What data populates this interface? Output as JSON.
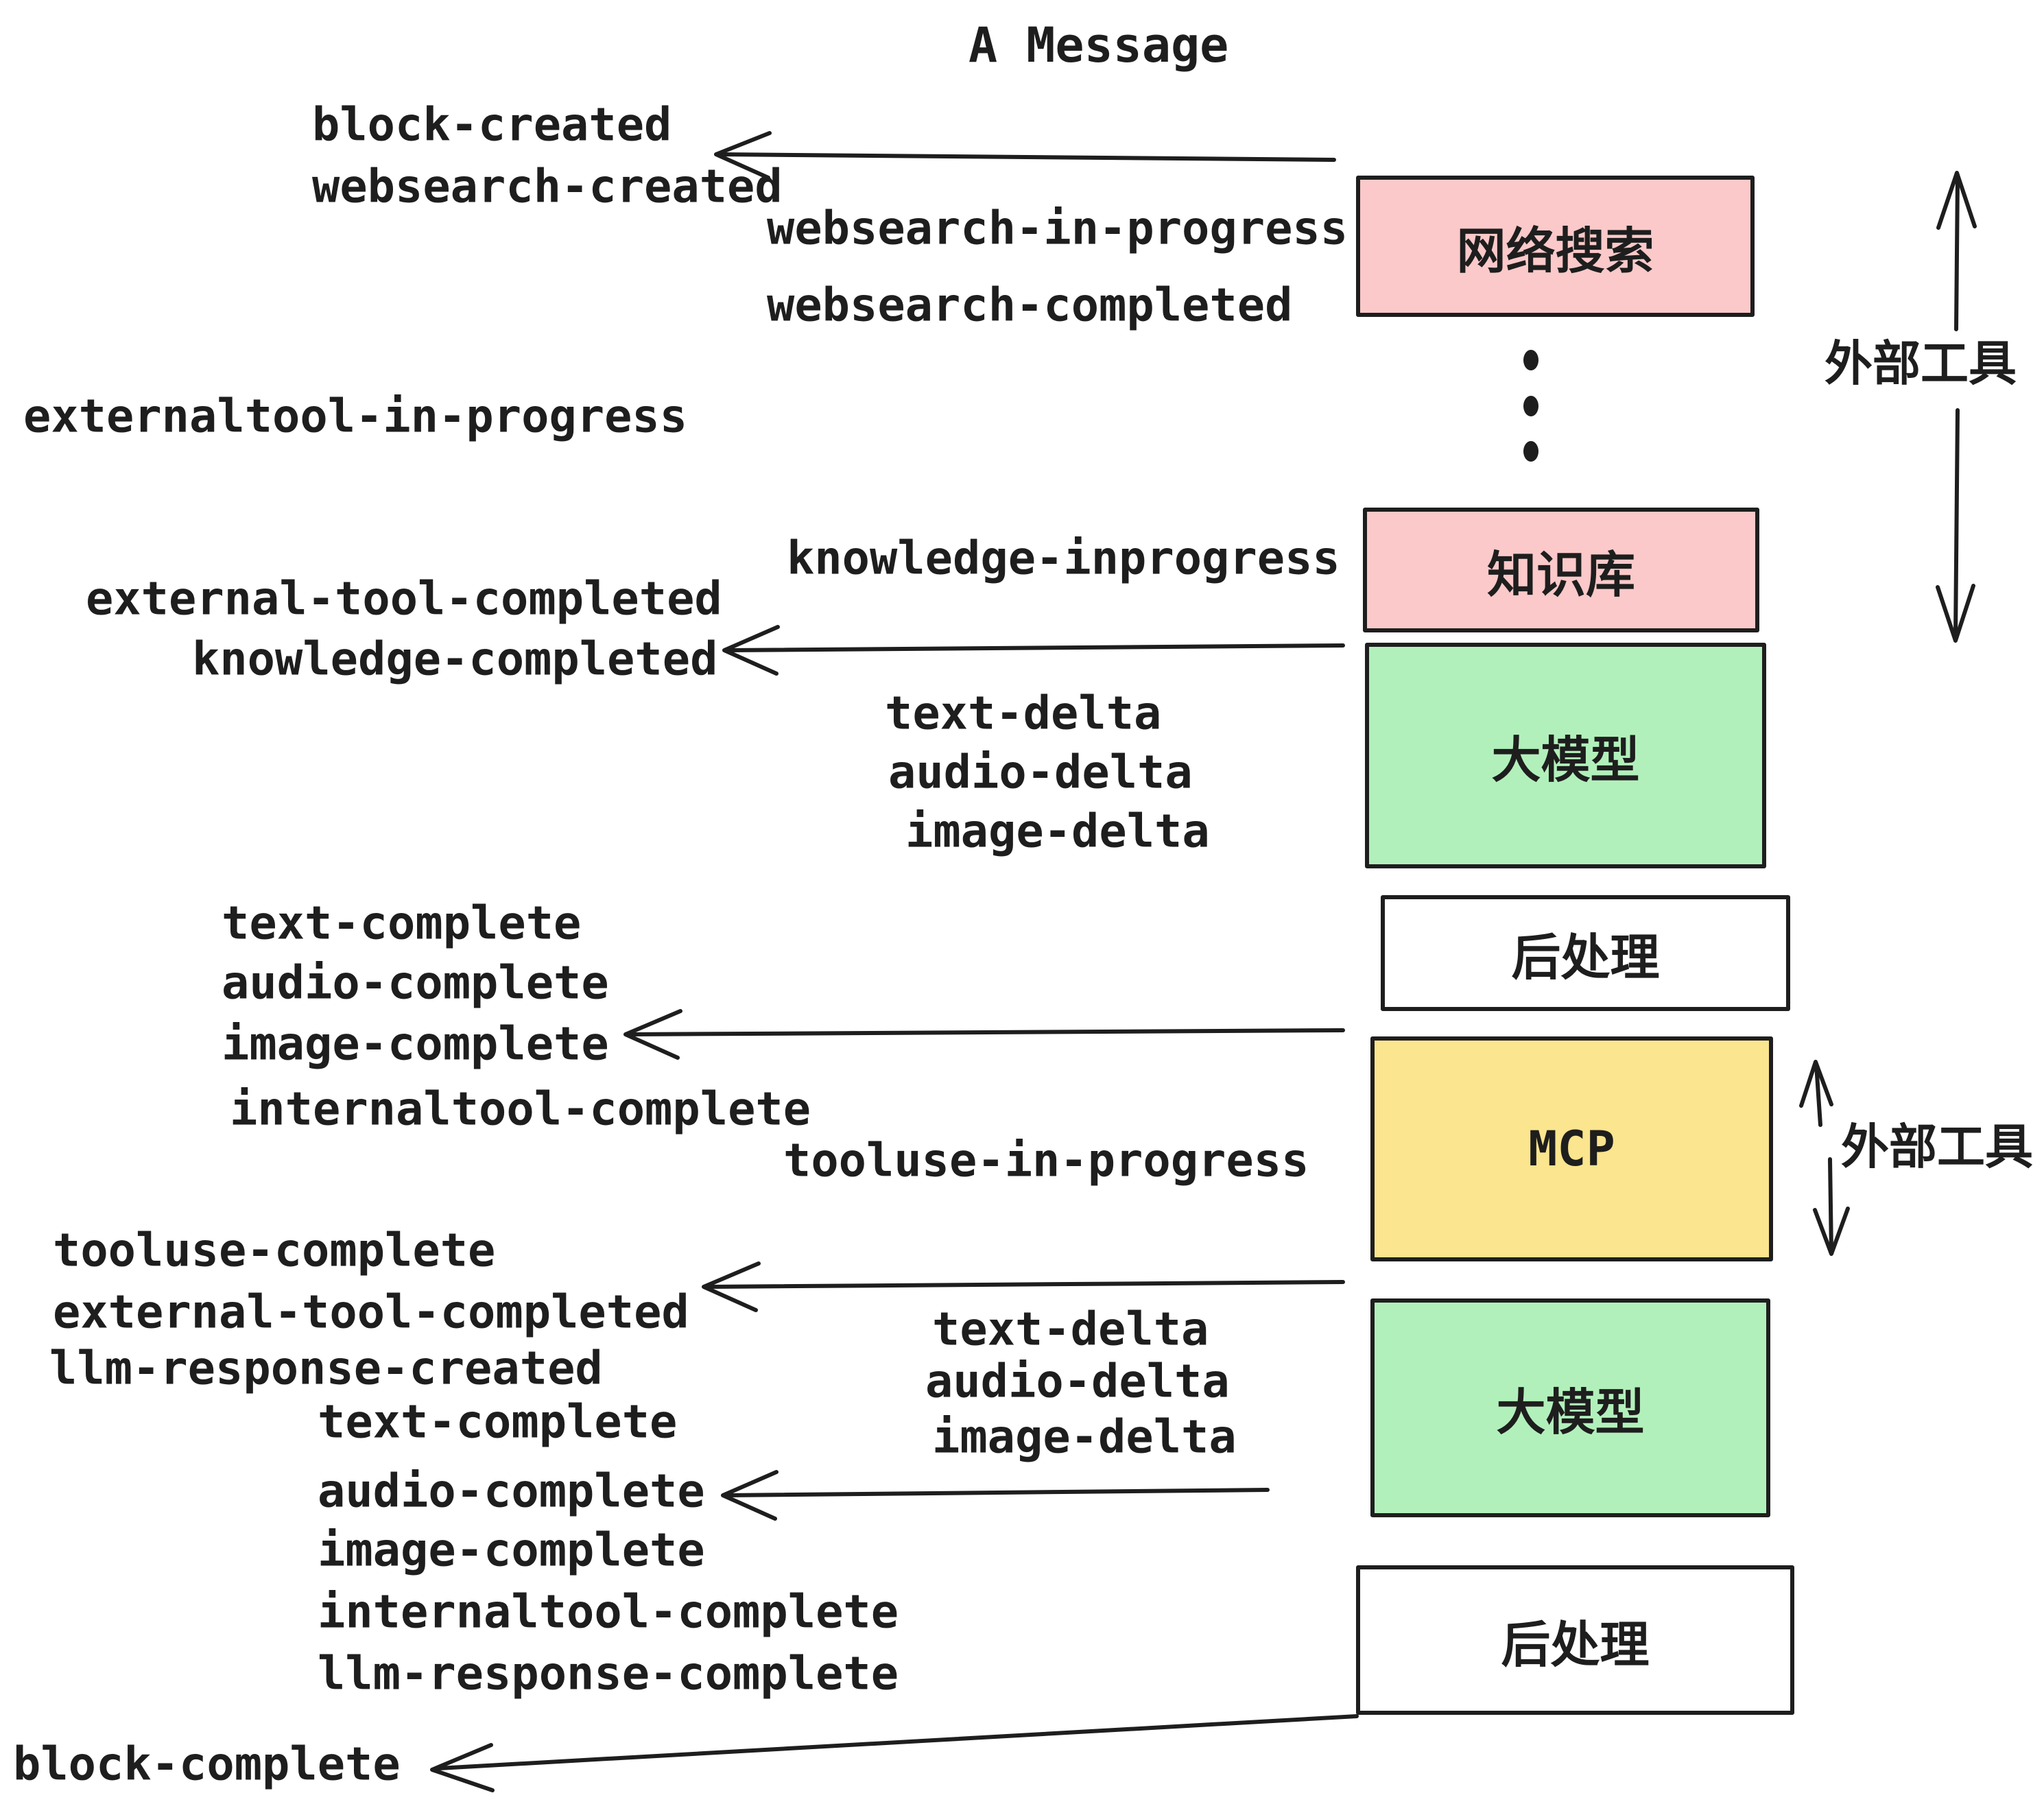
{
  "title": "A Message",
  "colors": {
    "ink": "#1e1e1e",
    "pink": "#fbc9c9",
    "green": "#b2f0bb",
    "yellow": "#fbe58e",
    "white": "#ffffff"
  },
  "events": {
    "block_created": "block-created",
    "websearch_created": "websearch-created",
    "websearch_in_progress": "websearch-in-progress",
    "websearch_completed": "websearch-completed",
    "externaltool_in_progress": "externaltool-in-progress",
    "knowledge_inprogress": "knowledge-inprogress",
    "external_tool_completed": "external-tool-completed",
    "knowledge_completed": "knowledge-completed",
    "text_delta": "text-delta",
    "audio_delta": "audio-delta",
    "image_delta": "image-delta",
    "text_complete": "text-complete",
    "audio_complete": "audio-complete",
    "image_complete": "image-complete",
    "internaltool_complete": "internaltool-complete",
    "tooluse_in_progress": "tooluse-in-progress",
    "tooluse_complete": "tooluse-complete",
    "llm_response_created": "llm-response-created",
    "llm_response_complete": "llm-response-complete",
    "block_complete": "block-complete"
  },
  "boxes": {
    "websearch": {
      "label": "网络搜索",
      "fill": "#fbc9c9"
    },
    "knowledge": {
      "label": "知识库",
      "fill": "#fbc9c9"
    },
    "llm1": {
      "label": "大模型",
      "fill": "#b2f0bb"
    },
    "post1": {
      "label": "后处理",
      "fill": "#ffffff"
    },
    "mcp": {
      "label": "MCP",
      "fill": "#fbe58e"
    },
    "llm2": {
      "label": "大模型",
      "fill": "#b2f0bb"
    },
    "post2": {
      "label": "后处理",
      "fill": "#ffffff"
    }
  },
  "side_labels": {
    "external_tools_top": "外部工具",
    "external_tools_mcp": "外部工具"
  }
}
